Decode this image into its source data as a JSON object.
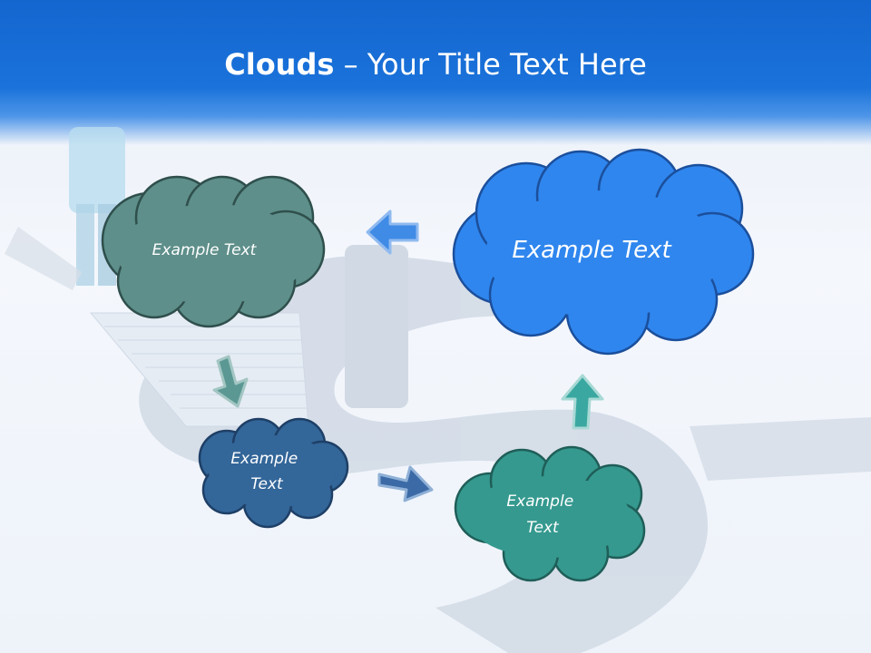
{
  "title": {
    "bold": "Clouds",
    "separator": " – ",
    "rest": "Your Title Text Here"
  },
  "colors": {
    "header": "#1466cf",
    "cloud_gray_teal": "#5e8f8a",
    "cloud_navy": "#336699",
    "cloud_teal": "#35998f",
    "cloud_blue": "#2f86ee",
    "arrow_blue": "#3f8be6",
    "arrow_gray_teal": "#5b9894",
    "arrow_navy": "#3b6aa6",
    "arrow_teal": "#3aa8a0"
  },
  "clouds": [
    {
      "id": "cloud-1",
      "lines": [
        "Example Text"
      ]
    },
    {
      "id": "cloud-2",
      "lines": [
        "Example",
        "Text"
      ]
    },
    {
      "id": "cloud-3",
      "lines": [
        "Example",
        "Text"
      ]
    },
    {
      "id": "cloud-4",
      "lines": [
        "Example Text"
      ]
    }
  ]
}
